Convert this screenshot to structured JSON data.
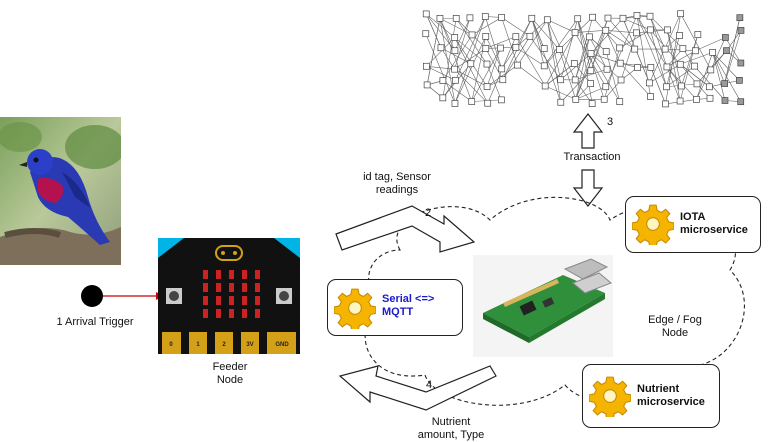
{
  "labels": {
    "arrival_trigger": "1 Arrival Trigger",
    "feeder_node": "Feeder\nNode",
    "id_tag_readings": "id tag, Sensor\nreadings",
    "step_2": "2",
    "step_3": "3",
    "step_4": "4",
    "transaction": "Transaction",
    "edge_fog_node": "Edge / Fog\nNode",
    "nutrient_amount_type": "Nutrient\namount, Type"
  },
  "services": {
    "serial_mqtt": "Serial <=>\nMQTT",
    "iota": "IOTA\nmicroservice",
    "nutrient": "Nutrient\nmicroservice"
  },
  "microbit": {
    "pin_labels": [
      "0",
      "1",
      "2",
      "3V",
      "GND"
    ]
  },
  "colors": {
    "serial_text": "#1a1acc",
    "trigger_arrow": "#cc0000",
    "microbit_body": "#111111",
    "microbit_accent": "#00b4e6",
    "led_on": "#cc2222",
    "pin_gold": "#d4a017"
  }
}
